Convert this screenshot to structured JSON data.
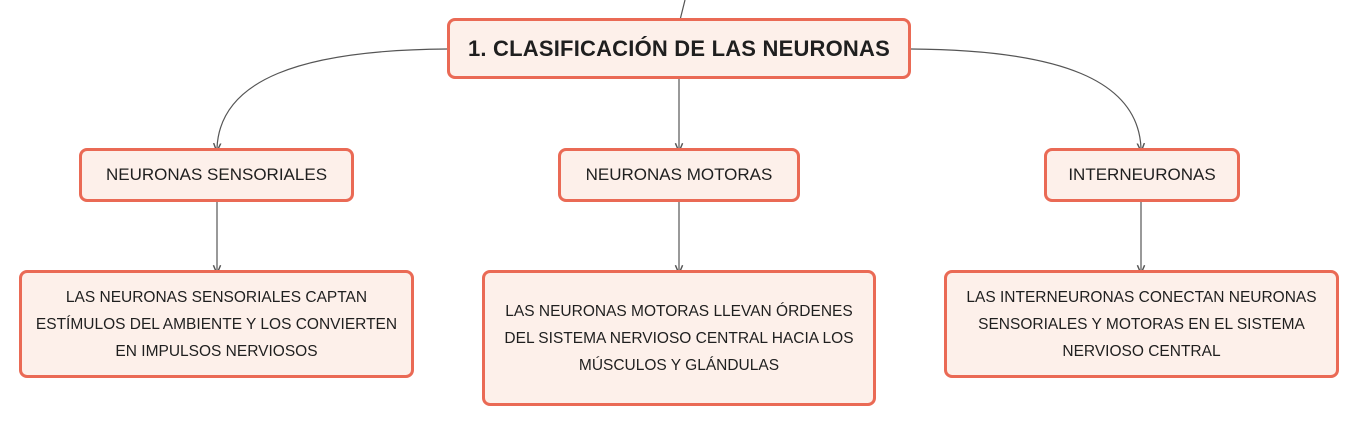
{
  "diagram": {
    "root": {
      "label": "1. CLASIFICACIÓN DE LAS NEURONAS"
    },
    "branches": [
      {
        "title": "NEURONAS SENSORIALES",
        "description": "LAS NEURONAS SENSORIALES CAPTAN ESTÍMULOS DEL AMBIENTE Y LOS CONVIERTEN EN IMPULSOS NERVIOSOS"
      },
      {
        "title": "NEURONAS MOTORAS",
        "description": "LAS NEURONAS MOTORAS LLEVAN ÓRDENES DEL SISTEMA NERVIOSO CENTRAL HACIA LOS MÚSCULOS Y GLÁNDULAS"
      },
      {
        "title": "INTERNEURONAS",
        "description": "LAS INTERNEURONAS CONECTAN NEURONAS SENSORIALES Y MOTORAS EN EL SISTEMA NERVIOSO CENTRAL"
      }
    ]
  },
  "colors": {
    "node_fill": "#fdf0ea",
    "node_border": "#ea6a55",
    "connector": "#555555",
    "text": "#1f1f1f"
  }
}
